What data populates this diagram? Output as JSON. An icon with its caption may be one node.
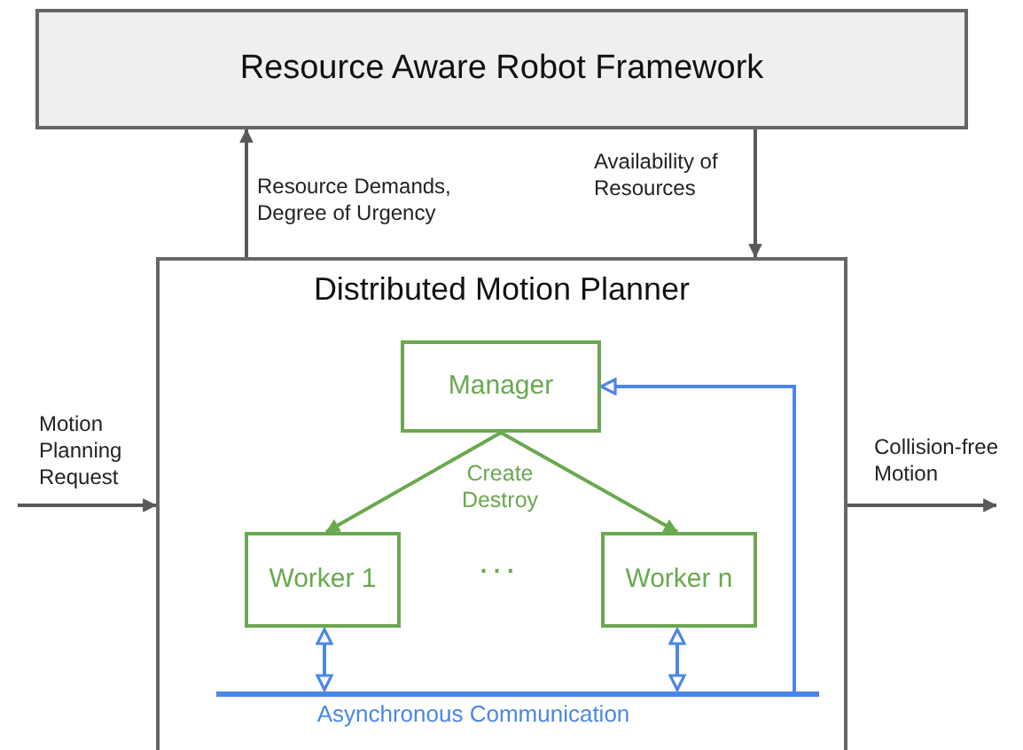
{
  "diagram": {
    "nodes": [
      {
        "text": [
          "Resource Aware Robot Framework"
        ]
      },
      {
        "text": [
          "Distributed Motion Planner"
        ]
      },
      {
        "text": [
          "Manager"
        ],
        "in": 1
      },
      {
        "text": [
          "Worker 1"
        ],
        "in": 1
      },
      {
        "text": [
          "Worker n"
        ],
        "in": 1
      },
      {
        "text": [
          "Asynchronous Communication"
        ],
        "in": 1
      }
    ],
    "edges": [
      {
        "from": 1,
        "to": 0,
        "arrow": "to",
        "label": "Resource Demands, Degree of Urgency"
      },
      {
        "from": 0,
        "to": 1,
        "arrow": "to",
        "label": "Availability of Resources"
      },
      {
        "from": null,
        "to": 1,
        "arrow": "to",
        "label": "Motion Planning Request"
      },
      {
        "from": 1,
        "to": null,
        "arrow": "to",
        "label": "Collision-free Motion"
      },
      {
        "from": 2,
        "to": 3,
        "arrow": "to",
        "color": "#6aa84f",
        "label": "Create Destroy"
      },
      {
        "from": 2,
        "to": 4,
        "arrow": "to",
        "color": "#6aa84f"
      },
      {
        "from": 3,
        "to": 5,
        "arrow": "both",
        "color": "#4a86e8"
      },
      {
        "from": 4,
        "to": 5,
        "arrow": "both",
        "color": "#4a86e8"
      },
      {
        "from": 5,
        "to": 2,
        "arrow": "to",
        "color": "#4a86e8"
      }
    ],
    "labels": [
      "..."
    ]
  }
}
